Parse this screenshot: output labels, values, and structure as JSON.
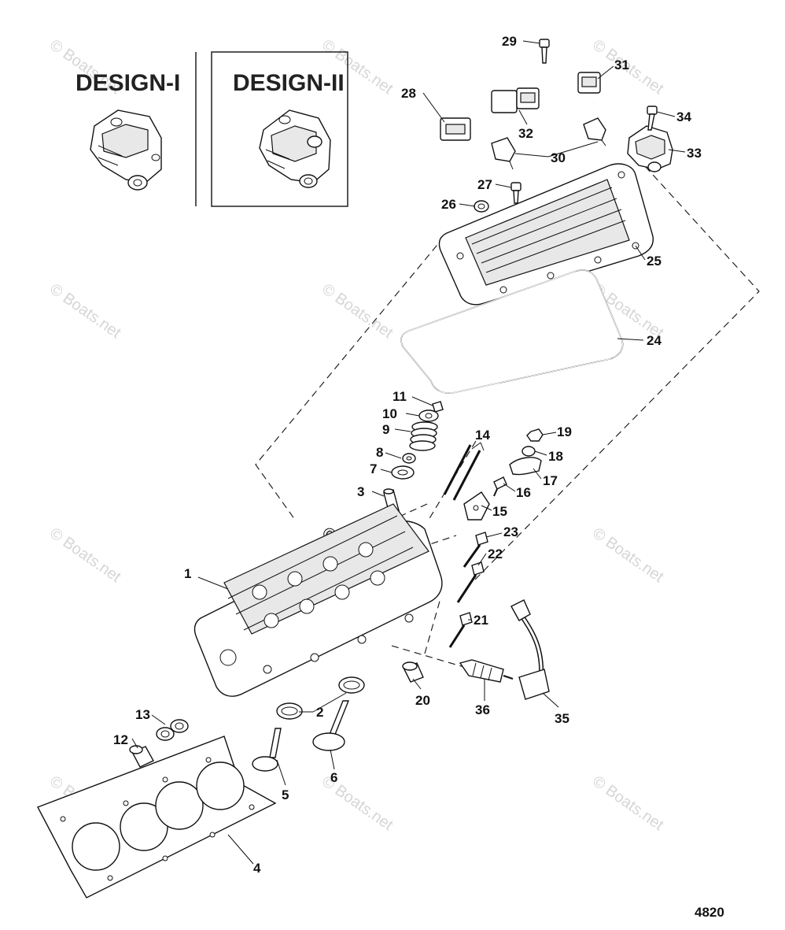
{
  "designs": [
    {
      "label": "DESIGN-I"
    },
    {
      "label": "DESIGN-II"
    }
  ],
  "watermark": {
    "text": "© Boats.net"
  },
  "drawing_number": "4820",
  "callouts": [
    {
      "num": "1"
    },
    {
      "num": "2"
    },
    {
      "num": "3"
    },
    {
      "num": "4"
    },
    {
      "num": "5"
    },
    {
      "num": "6"
    },
    {
      "num": "7"
    },
    {
      "num": "8"
    },
    {
      "num": "9"
    },
    {
      "num": "10"
    },
    {
      "num": "11"
    },
    {
      "num": "12"
    },
    {
      "num": "13"
    },
    {
      "num": "14"
    },
    {
      "num": "15"
    },
    {
      "num": "16"
    },
    {
      "num": "17"
    },
    {
      "num": "18"
    },
    {
      "num": "19"
    },
    {
      "num": "20"
    },
    {
      "num": "21"
    },
    {
      "num": "22"
    },
    {
      "num": "23"
    },
    {
      "num": "24"
    },
    {
      "num": "25"
    },
    {
      "num": "26"
    },
    {
      "num": "27"
    },
    {
      "num": "28"
    },
    {
      "num": "29"
    },
    {
      "num": "30"
    },
    {
      "num": "31"
    },
    {
      "num": "32"
    },
    {
      "num": "33"
    },
    {
      "num": "34"
    },
    {
      "num": "35"
    },
    {
      "num": "36"
    }
  ]
}
